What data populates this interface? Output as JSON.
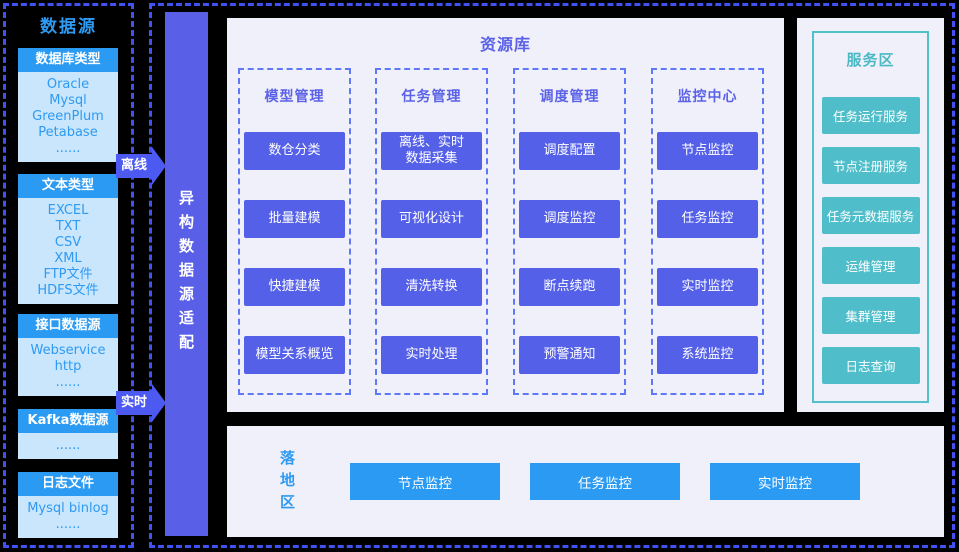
{
  "colors": {
    "background": "#000000",
    "frame_dash_blue": "#4152F3",
    "azure": "#2B9AF3",
    "azure_light": "#C9E6FC",
    "purple_button": "#5560E8",
    "purple_bar": "#5A5FE8",
    "purple_text": "#5B62E8",
    "panel_lavender": "#F0F0FA",
    "teal": "#4FBECA"
  },
  "data_sources": {
    "title": "数据源",
    "groups": [
      {
        "header": "数据库类型",
        "items": [
          "Oracle",
          "Mysql",
          "GreenPlum",
          "Petabase",
          "......"
        ]
      },
      {
        "header": "文本类型",
        "items": [
          "EXCEL",
          "TXT",
          "CSV",
          "XML",
          "FTP文件",
          "HDFS文件"
        ]
      },
      {
        "header": "接口数据源",
        "items": [
          "Webservice",
          "http",
          "......"
        ]
      },
      {
        "header": "Kafka数据源",
        "items": [
          "......"
        ]
      },
      {
        "header": "日志文件",
        "items": [
          "Mysql binlog",
          "......"
        ]
      }
    ]
  },
  "flows": {
    "offline": "离线",
    "realtime": "实时"
  },
  "adapter": {
    "label": "异构数据源适配"
  },
  "repository": {
    "title": "资源库",
    "columns": [
      {
        "title": "模型管理",
        "buttons": [
          "数仓分类",
          "批量建模",
          "快捷建模",
          "模型关系概览"
        ]
      },
      {
        "title": "任务管理",
        "buttons": [
          "离线、实时\n数据采集",
          "可视化设计",
          "清洗转换",
          "实时处理"
        ]
      },
      {
        "title": "调度管理",
        "buttons": [
          "调度配置",
          "调度监控",
          "断点续跑",
          "预警通知"
        ]
      },
      {
        "title": "监控中心",
        "buttons": [
          "节点监控",
          "任务监控",
          "实时监控",
          "系统监控"
        ]
      }
    ]
  },
  "services": {
    "title": "服务区",
    "buttons": [
      "任务运行服务",
      "节点注册服务",
      "任务元数据服务",
      "运维管理",
      "集群管理",
      "日志查询"
    ]
  },
  "landing": {
    "title": "落地区",
    "buttons": [
      "节点监控",
      "任务监控",
      "实时监控"
    ]
  }
}
